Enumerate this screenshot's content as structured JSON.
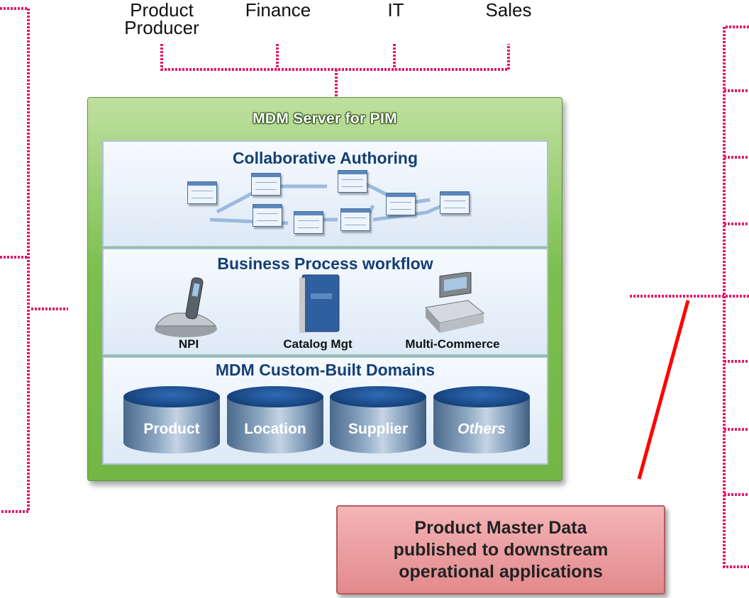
{
  "departments": [
    "Product\nProducer",
    "Finance",
    "IT",
    "Sales"
  ],
  "server": {
    "title": "MDM Server for PIM",
    "panels": {
      "authoring": {
        "title": "Collaborative Authoring"
      },
      "workflow": {
        "title": "Business Process workflow",
        "items": [
          {
            "label": "NPI",
            "icon": "phone-icon"
          },
          {
            "label": "Catalog Mgt",
            "icon": "catalog-book-icon"
          },
          {
            "label": "Multi-Commerce",
            "icon": "cash-register-icon"
          }
        ]
      },
      "domains": {
        "title": "MDM Custom-Built Domains",
        "items": [
          "Product",
          "Location",
          "Supplier",
          "Others"
        ]
      }
    }
  },
  "output_box": {
    "text": "Product Master Data\npublished to downstream\noperational applications"
  },
  "colors": {
    "connector": "#e4176b",
    "arrow_line": "#ff0000",
    "server_green": "#7cbf4e",
    "panel_title": "#153f74",
    "output_box": "#e8959a"
  }
}
